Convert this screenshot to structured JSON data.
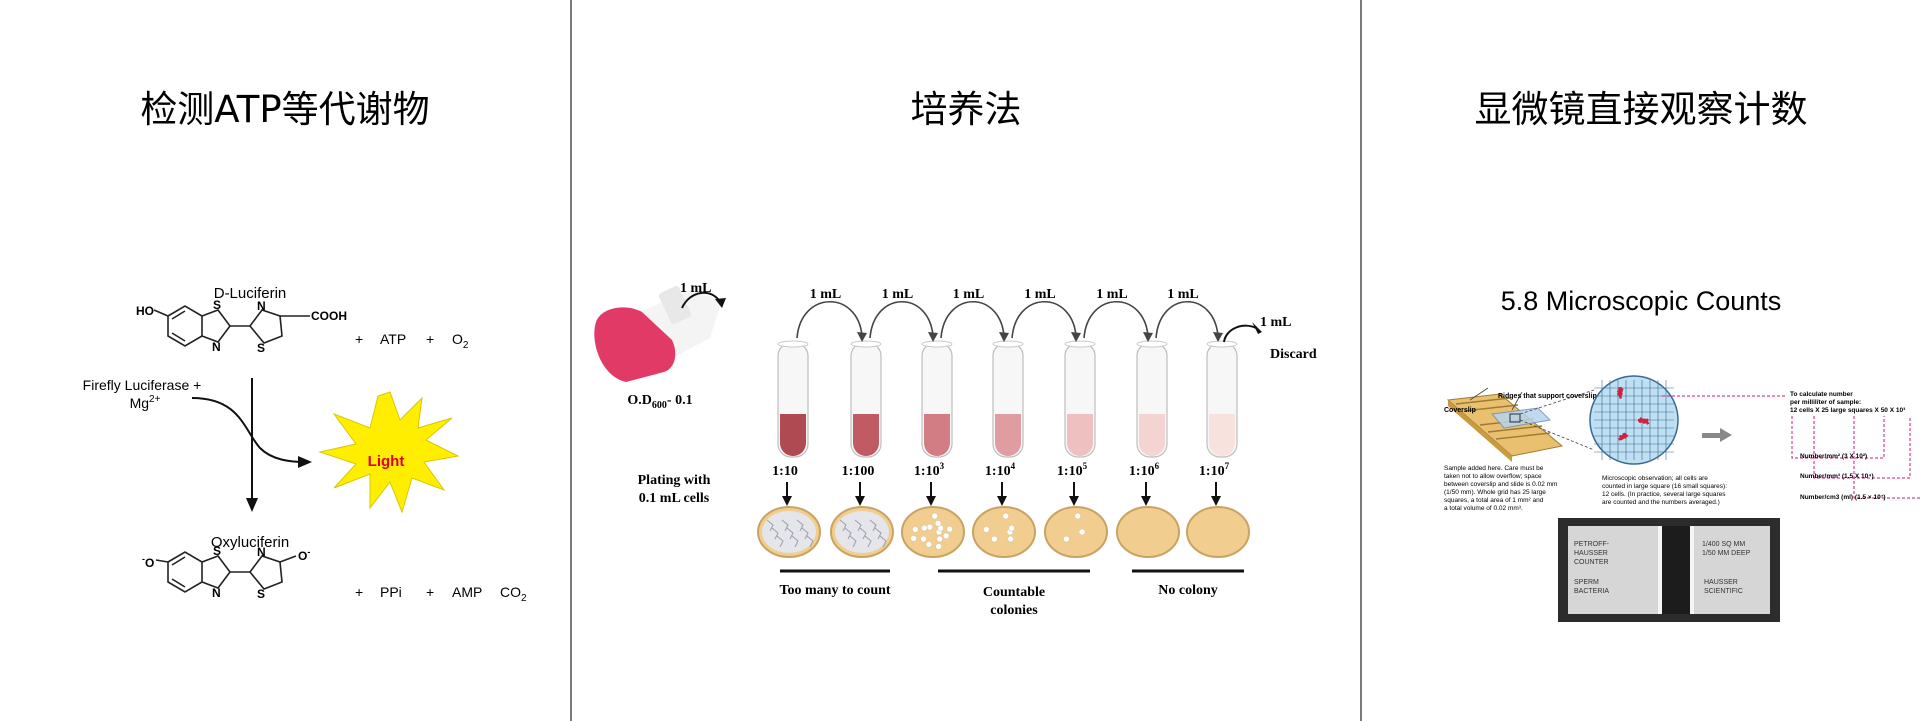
{
  "panels": {
    "atp": {
      "title": "检测ATP等代谢物",
      "top_molecule": "D-Luciferin",
      "cooh": "COOH",
      "ho": "HO",
      "s_atom": "S",
      "n_atom": "N",
      "o_minus": "O",
      "plus": "+",
      "atp": "ATP",
      "o2": "O",
      "o2_sub": "2",
      "enzyme_line1": "Firefly Luciferase +",
      "enzyme_line2": "Mg",
      "enzyme_sup": "2+",
      "light": "Light",
      "bottom_molecule": "Oxyluciferin",
      "ppi": "PPi",
      "amp": "AMP",
      "co2": "CO",
      "co2_sub": "2",
      "minus": "-"
    },
    "culture": {
      "title": "培养法",
      "od_label": "O.D",
      "od_sub": "600",
      "od_value": "- 0.1",
      "transfer_volume": "1 mL",
      "discard": "Discard",
      "plating_line1": "Plating with",
      "plating_line2": "0.1 mL cells",
      "dilutions": [
        {
          "base": "1:10",
          "exp": ""
        },
        {
          "base": "1:100",
          "exp": ""
        },
        {
          "base": "1:10",
          "exp": "3"
        },
        {
          "base": "1:10",
          "exp": "4"
        },
        {
          "base": "1:10",
          "exp": "5"
        },
        {
          "base": "1:10",
          "exp": "6"
        },
        {
          "base": "1:10",
          "exp": "7"
        }
      ],
      "groups": {
        "too_many": "Too many to count",
        "countable_line1": "Countable",
        "countable_line2": "colonies",
        "no_colony": "No colony"
      },
      "colors": {
        "flask": "#e23a66",
        "plate_fill": "#f1cd8f",
        "plate_rim": "#c9a364"
      },
      "tube_fills": [
        "#b04a52",
        "#c05a63",
        "#d27d84",
        "#e09da1",
        "#efc0c0",
        "#f4d4d2",
        "#f7e2dd"
      ]
    },
    "microscope": {
      "title": "显微镜直接观察计数",
      "subtitle": "5.8 Microscopic Counts",
      "ridges": "Ridges that support coverslip",
      "coverslip": "Coverslip",
      "sample_note": [
        "Sample added here. Care must be",
        "taken not to allow overflow; space",
        "between coverslip and slide is 0.02 mm",
        "(1/50 mm). Whole grid has 25 large",
        "squares, a total area of 1 mm² and",
        "a total volume of 0.02 mm³."
      ],
      "micro_note": [
        "Microscopic observation; all cells are",
        "counted in large square (16 small squares):",
        "12 cells. (In practice, several large squares",
        "are counted and the numbers averaged.)"
      ],
      "calc_note": [
        "To calculate number",
        "per milliliter of sample:",
        "12 cells X 25 large squares X 50 X 10³"
      ],
      "number_mm2": "Number/mm² (3 X 10²)",
      "number_mm3": "Number/mm³ (1.5 X 10⁴)",
      "number_ml": "Number/cm3 (ml) (1.5 × 10⁷)",
      "slide_left": [
        "PETROFF-",
        "HAUSSER",
        "COUNTER",
        "",
        "SPERM",
        "BACTERIA"
      ],
      "slide_right": [
        "1/400 SQ MM",
        "1/50 MM DEEP",
        "",
        "",
        "HAUSSER",
        "SCIENTIFIC"
      ]
    }
  }
}
